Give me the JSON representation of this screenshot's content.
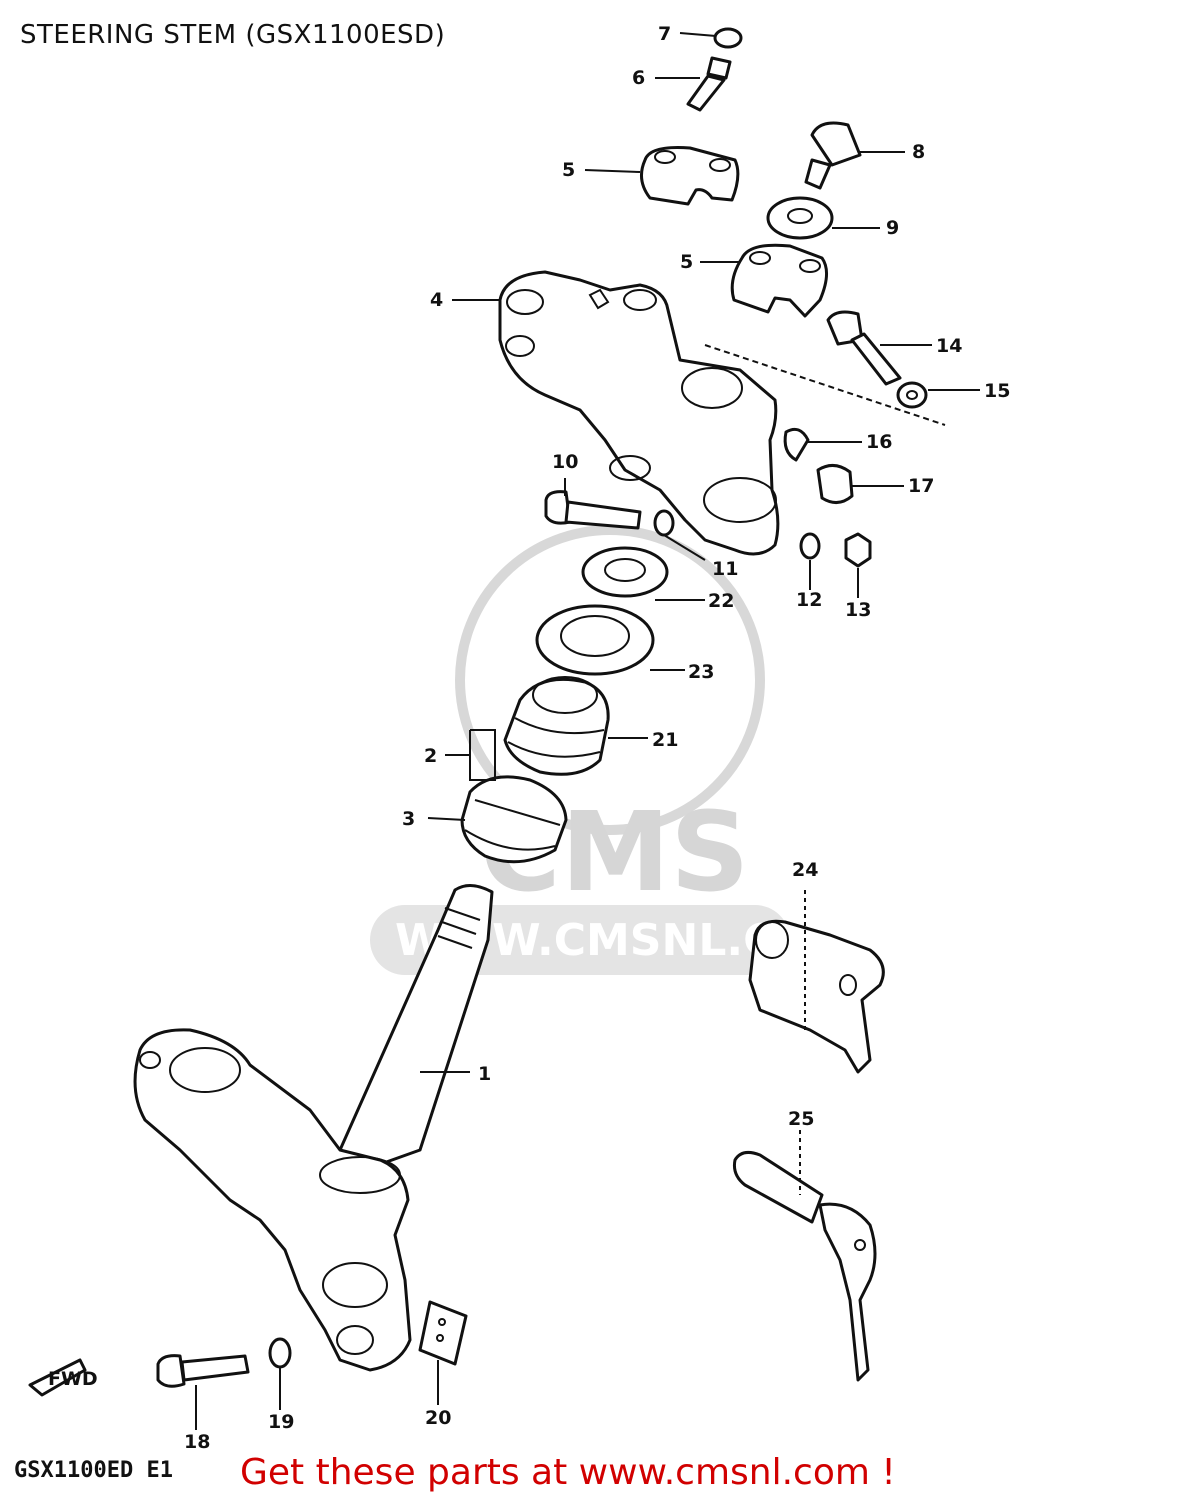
{
  "title": "STEERING STEM (GSX1100ESD)",
  "model_code": "GSX1100ED E1",
  "footer": "Get these parts at www.cmsnl.com !",
  "watermark": {
    "brand": "CMS",
    "url": "WWW.CMSNL.COM"
  },
  "callouts": {
    "p1": "1",
    "p2": "2",
    "p3": "3",
    "p4": "4",
    "p5a": "5",
    "p5b": "5",
    "p6": "6",
    "p7": "7",
    "p8": "8",
    "p9": "9",
    "p10": "10",
    "p11": "11",
    "p12": "12",
    "p13": "13",
    "p14": "14",
    "p15": "15",
    "p16": "16",
    "p17": "17",
    "p18": "18",
    "p19": "19",
    "p20": "20",
    "p21": "21",
    "p22": "22",
    "p23": "23",
    "p24": "24",
    "p25": "25"
  },
  "front_arrow": "FWD"
}
